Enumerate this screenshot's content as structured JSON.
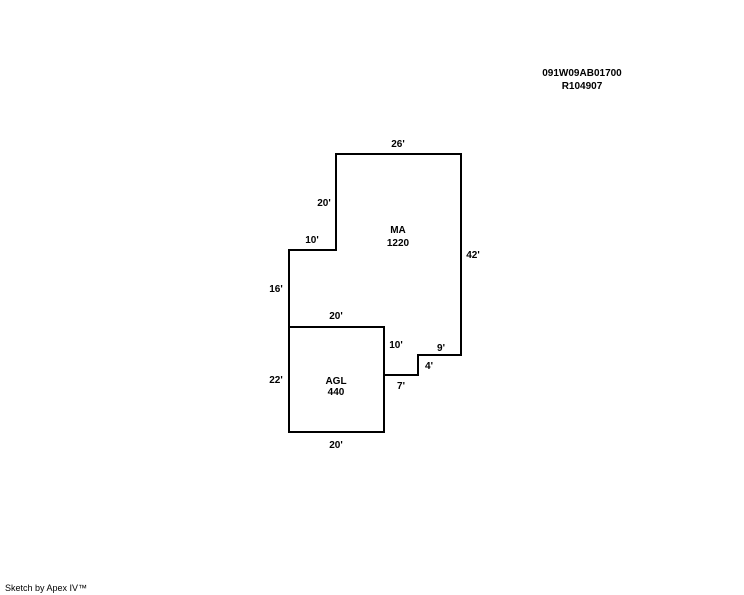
{
  "header": {
    "parcel_id": "091W09AB01700",
    "account_id": "R104907"
  },
  "areas": {
    "ma": {
      "label": "MA",
      "area": "1220"
    },
    "agl": {
      "label": "AGL",
      "area": "440"
    }
  },
  "dimensions": {
    "ma_top": "26'",
    "ma_left_upper": "20'",
    "ma_step": "10'",
    "ma_left_lower": "16'",
    "ma_right": "42'",
    "ma_bottom_right": "9'",
    "ma_notch_vertical": "4'",
    "ma_notch_horizontal": "7'",
    "agl_right_upper": "10'",
    "agl_top": "20'",
    "agl_left": "22'",
    "agl_bottom": "20'"
  },
  "footer": {
    "credit": "Sketch by Apex IV™"
  }
}
